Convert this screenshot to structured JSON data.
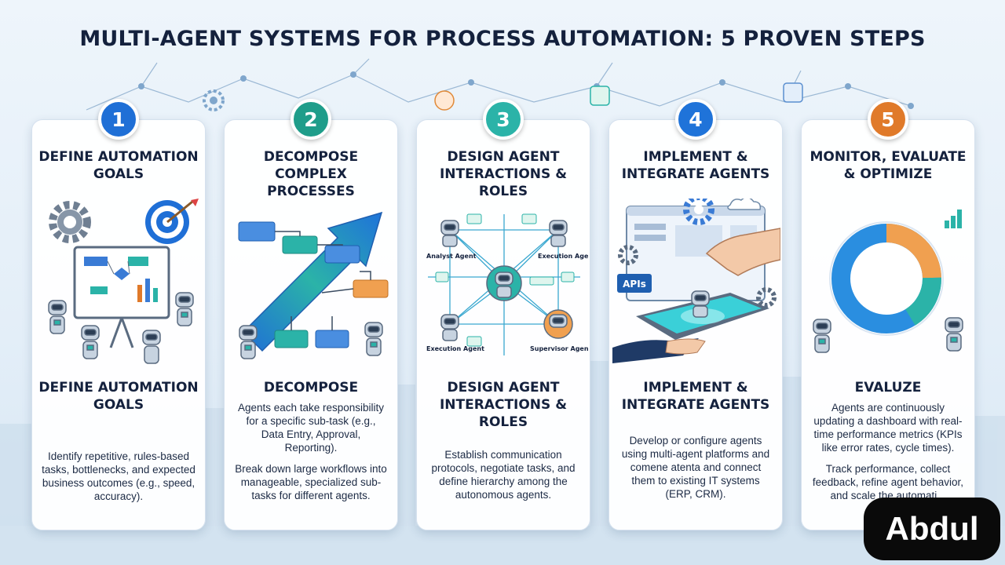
{
  "page": {
    "title": "MULTI-AGENT SYSTEMS FOR PROCESS AUTOMATION: 5 PROVEN STEPS"
  },
  "colors": {
    "step1": "#1f6fd6",
    "step2": "#1f9d8a",
    "step3": "#2bb3a8",
    "step4": "#1f73d9",
    "step5": "#e07a2a",
    "navy": "#14213d"
  },
  "steps": [
    {
      "number": "1",
      "title": "DEFINE AUTOMATION GOALS",
      "subtitle": "DEFINE AUTOMATION GOALS",
      "paragraphs": [
        "Identify repetitive, rules-based tasks, bottlenecks, and expected business outcomes (e.g., speed, accuracy)."
      ],
      "icons": [
        "gear-icon",
        "target-icon",
        "whiteboard-icon",
        "robot-icon"
      ]
    },
    {
      "number": "2",
      "title": "DECOMPOSE COMPLEX PROCESSES",
      "subtitle": "DECOMPOSE",
      "paragraphs": [
        "Agents each take responsibility for a specific sub-task (e.g., Data Entry, Approval, Reporting).",
        "Break down large workflows into manageable, specialized sub-tasks for different agents."
      ],
      "icons": [
        "arrow-icon",
        "task-box-icon",
        "robot-icon"
      ]
    },
    {
      "number": "3",
      "title": "DESIGN AGENT INTERACTIONS & ROLES",
      "subtitle": "DESIGN AGENT INTERACTIONS & ROLES",
      "paragraphs": [
        "Establish communication protocols, negotiate tasks, and define hierarchy among the autonomous agents."
      ],
      "agent_labels": [
        "Analyst Agent",
        "Execution Agent",
        "Execution Agent",
        "Supervisor Agent"
      ],
      "icons": [
        "robot-icon",
        "network-icon"
      ]
    },
    {
      "number": "4",
      "title": "IMPLEMENT & INTEGRATE AGENTS",
      "subtitle": "IMPLEMENT & INTEGRATE AGENTS",
      "paragraphs": [
        "Develop or configure agents using multi-agent platforms and comene atenta and connect them to existing IT systems (ERP, CRM)."
      ],
      "apis_label": "APIs",
      "icons": [
        "gear-icon",
        "cloud-icon",
        "tablet-icon",
        "hand-icon",
        "robot-icon"
      ]
    },
    {
      "number": "5",
      "title": "MONITOR, EVALUATE & OPTIMIZE",
      "subtitle": "EVALUZE",
      "paragraphs": [
        "Agents are continuously updating a dashboard with real-time performance metrics (KPIs like error rates, cycle times).",
        "Track performance, collect feedback, refine agent behavior, and scale the automati..."
      ],
      "icons": [
        "donut-chart-icon",
        "bar-chart-icon",
        "robot-icon"
      ]
    }
  ],
  "logo": {
    "text": "Abdul"
  }
}
